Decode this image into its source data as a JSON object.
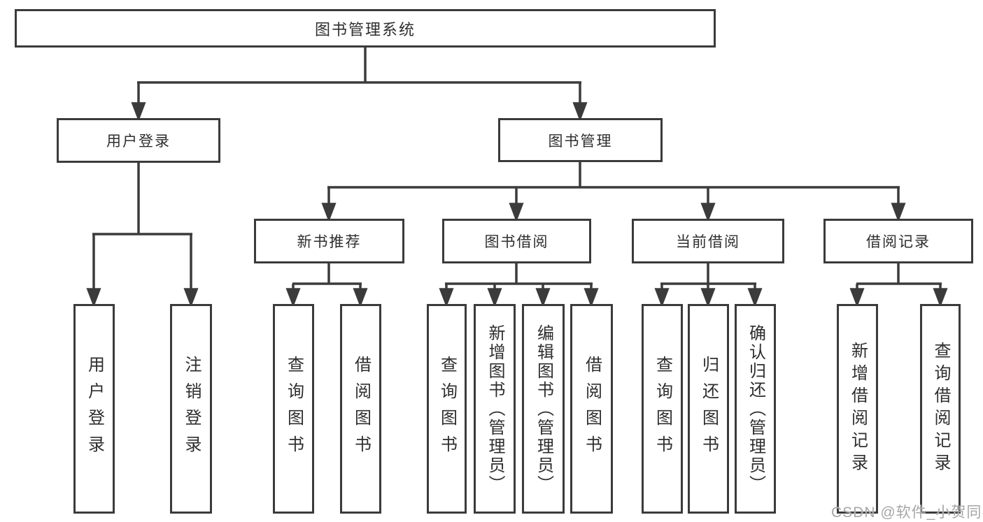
{
  "nodes": {
    "root": "图书管理系统",
    "login": "用户登录",
    "management": "图书管理",
    "new_books": "新书推荐",
    "book_borrow": "图书借阅",
    "current_borrow": "当前借阅",
    "borrow_records": "借阅记录",
    "user_login": "用户登录",
    "logout": "注销登录",
    "nb_query": "查询图书",
    "nb_borrow": "借阅图书",
    "bb_query": "查询图书",
    "bb_add": "新增图书（管理员）",
    "bb_edit": "编辑图书（管理员）",
    "bb_borrow": "借阅图书",
    "cb_query": "查询图书",
    "cb_return": "归还图书",
    "cb_confirm": "确认归还（管理员）",
    "br_add": "新增借阅记录",
    "br_query": "查询借阅记录"
  },
  "watermark": "CSDN @软件_小贺同学",
  "colors": {
    "line": "#3b3b3b",
    "text": "#2e2e2e",
    "watermark": "#a6a6a6",
    "background": "#ffffff"
  }
}
